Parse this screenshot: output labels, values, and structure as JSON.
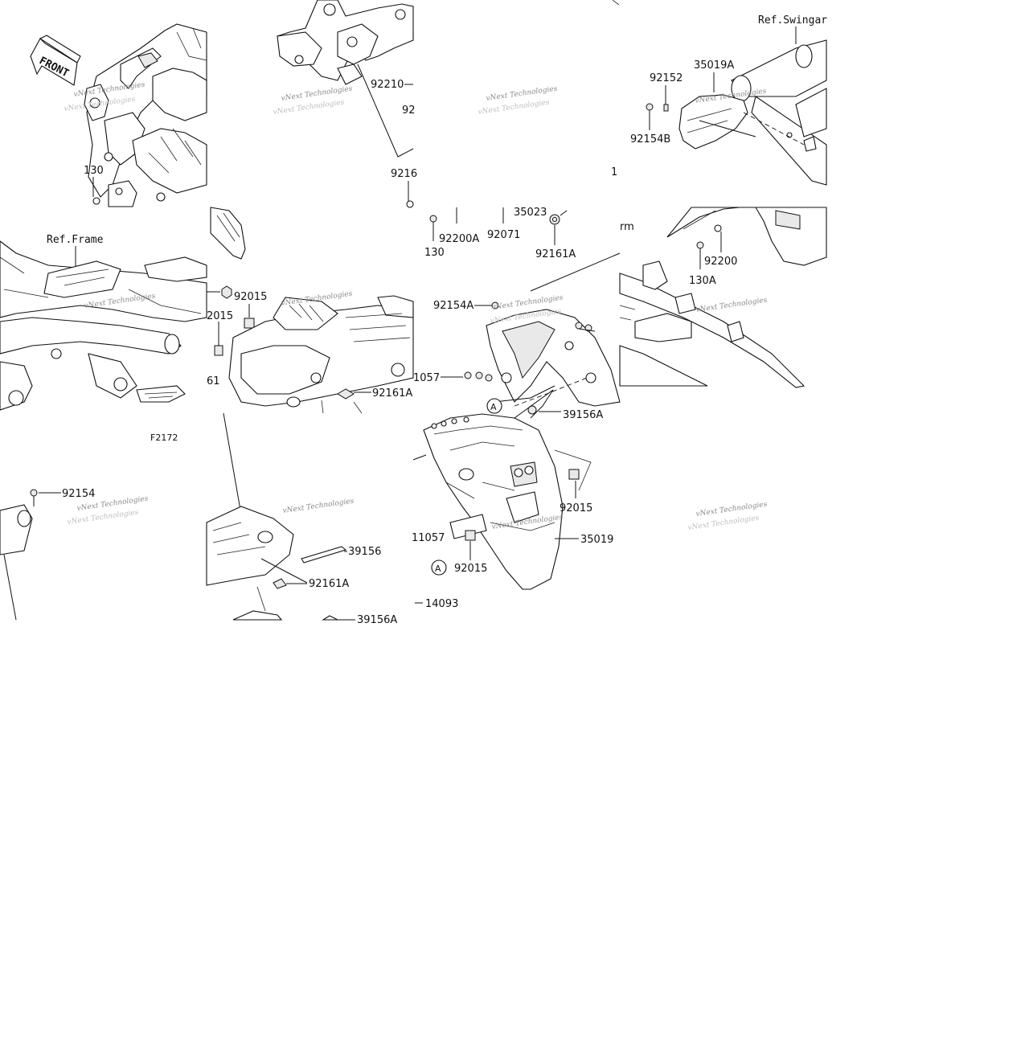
{
  "diagram": {
    "front_label": "FRONT",
    "figure_code": "F2172",
    "refs": {
      "frame": "Ref.Frame",
      "swingarm": "Ref.Swingar",
      "swingarm_partial": "rm"
    },
    "watermark": {
      "line1": "vNext Technologies",
      "line2": "vNext Technologies"
    },
    "callout_letter": "A",
    "part_labels": {
      "p92210": "92210",
      "p92_partial": "92",
      "p9216_partial": "9216",
      "p130_a": "130",
      "p130_b": "130",
      "p130A": "130A",
      "p92200A": "92200A",
      "p92071": "92071",
      "p35023": "35023",
      "p92161A_a": "92161A",
      "p92161A_b": "92161A",
      "p92161A_c": "92161A",
      "p92152": "92152",
      "p35019A": "35019A",
      "p92154B": "92154B",
      "p92200": "92200",
      "p92015_a": "92015",
      "p2015_partial": "2015",
      "p61_partial": "61",
      "p92154A": "92154A",
      "p1057_partial": "1057",
      "p39156A_a": "39156A",
      "p39156A_b": "39156A",
      "p92015_b": "92015",
      "p92015_c": "92015",
      "p11057": "11057",
      "p35019": "35019",
      "p92154": "92154",
      "p39156": "39156",
      "p14093": "14093",
      "p1_partial": "1"
    }
  }
}
